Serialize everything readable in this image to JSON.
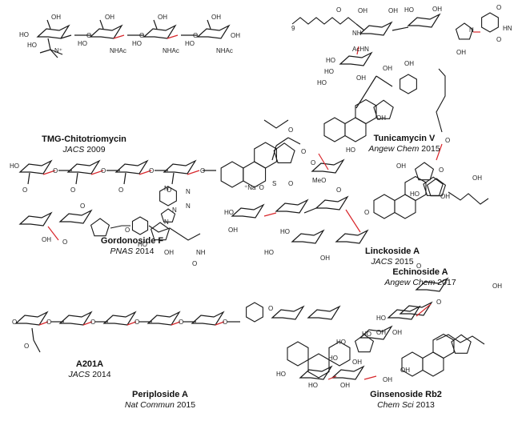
{
  "colors": {
    "bond": "#1a1a1a",
    "glycosidic": "#d8262b",
    "text": "#111111"
  },
  "molecules": [
    {
      "id": "tmg",
      "name": "TMG-Chitotriomycin",
      "journal": "JACS",
      "year": "2009",
      "atoms": [
        "OH",
        "OH",
        "OH",
        "OH",
        "HO",
        "HO",
        "HO",
        "HO",
        "HO",
        "O",
        "O",
        "O",
        "NHAc",
        "NHAc",
        "NHAc",
        "N⁺",
        "OH"
      ]
    },
    {
      "id": "tunicamycin",
      "name": "Tunicamycin V",
      "journal": "Angew Chem",
      "year": "2015",
      "atoms": [
        "O",
        "NH",
        "N",
        "O",
        "HN",
        "O",
        "OH",
        "OH",
        "HO",
        "OH",
        "OH",
        "AcHN",
        "HO",
        "HO",
        "OH",
        "HO",
        "9"
      ]
    },
    {
      "id": "gordonoside",
      "name": "Gordonoside F",
      "journal": "PNAS",
      "year": "2014",
      "atoms": [
        "HO",
        "O",
        "O",
        "O",
        "O",
        "O",
        "O",
        "O",
        "O",
        "O"
      ]
    },
    {
      "id": "linckoside",
      "name": "Linckoside A",
      "journal": "JACS",
      "year": "2015",
      "atoms": [
        "OH",
        "OH",
        "HO",
        "OH",
        "MeO",
        "O",
        "HO",
        "OH",
        "OH",
        "O",
        "O"
      ]
    },
    {
      "id": "a201a",
      "name": "A201A",
      "journal": "JACS",
      "year": "2014",
      "atoms": [
        "N",
        "N",
        "N",
        "N",
        "N",
        "HO",
        "NH",
        "O",
        "OH",
        "O",
        "O",
        "OH",
        "O"
      ]
    },
    {
      "id": "echinoside",
      "name": "Echinoside A",
      "journal": "Angew Chem",
      "year": "2017",
      "atoms": [
        "⁺Na⁻O",
        "S",
        "O",
        "HO",
        "OH",
        "HO",
        "HO",
        "OH",
        "O",
        "O",
        "OH",
        "O"
      ]
    },
    {
      "id": "periploside",
      "name": "Periploside A",
      "journal": "Nat Commun",
      "year": "2015",
      "atoms": [
        "O",
        "O",
        "O",
        "O",
        "O",
        "O",
        "HO",
        "OH",
        "O",
        "O"
      ]
    },
    {
      "id": "ginsenoside",
      "name": "Ginsenoside Rb2",
      "journal": "Chem Sci",
      "year": "2013",
      "atoms": [
        "HO",
        "OH",
        "HO",
        "OH",
        "HO",
        "OH",
        "HO",
        "HO",
        "OH",
        "OH",
        "O",
        "O",
        "OH"
      ]
    }
  ]
}
